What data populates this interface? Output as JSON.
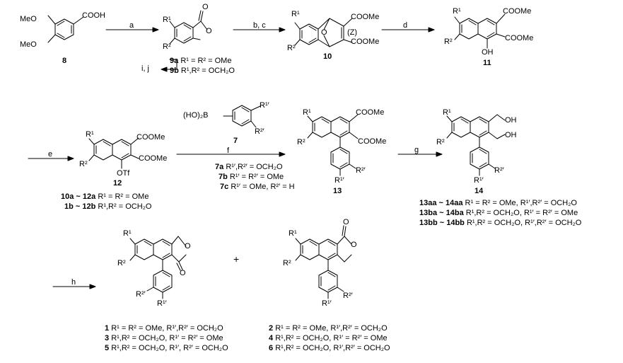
{
  "steps": {
    "a": "a",
    "bc": "b, c",
    "d": "d",
    "e": "e",
    "f": "f",
    "g": "g",
    "h": "h",
    "ij": "i, j"
  },
  "compounds": {
    "c8": "8",
    "c9a": "9a",
    "c9b": "9b",
    "c10": "10",
    "c11": "11",
    "c12": "12",
    "c7": "7",
    "c13": "13",
    "c14": "14"
  },
  "labels": {
    "cooh": "COOH",
    "meo": "MeO",
    "coome": "COOMe",
    "oh": "OH",
    "otf": "OTf",
    "o": "O",
    "z": "(Z)",
    "boron": "(HO)₂B",
    "r1": "R¹",
    "r2": "R²",
    "r1p": "R¹′",
    "r2p": "R²′",
    "oh_chain": "OH"
  },
  "captions": {
    "c9a": "R¹ = R² = OMe",
    "c9b": "R¹,R² = OCH₂O",
    "c7a": "R¹′,R²′ = OCH₂O",
    "c7b": "R¹′ = R²′ = OMe",
    "c7c": "R¹′ = OMe, R²′ = H",
    "cap12a_n": "10a ~ 12a",
    "cap12a": "R¹ = R² = OMe",
    "cap12b_n": "1b ~ 12b",
    "cap12b": "R¹,R² = OCH₂O",
    "cap14aa_n": "13aa ~ 14aa",
    "cap14aa": "R¹ = R² = OMe, R¹′,R²′ = OCH₂O",
    "cap14ba_n": "13ba ~ 14ba",
    "cap14ba": "R¹,R² = OCH₂O, R¹′ = R²′ = OMe",
    "cap14bb_n": "13bb ~ 14bb",
    "cap14bb": "R¹,R² = OCH₂O, R¹′,R²′ = OCH₂O",
    "p1_n": "1",
    "p1": "R¹ = R² = OMe, R¹′,R²′ = OCH₂O",
    "p3_n": "3",
    "p3": "R¹,R² = OCH₂O, R¹′ = R²′ = OMe",
    "p5_n": "5",
    "p5": "R¹,R² = OCH₂O, R¹′, R²′ = OCH₂O",
    "p2_n": "2",
    "p2": "R¹ = R² = OMe, R¹′,R²′ = OCH₂O",
    "p4_n": "4",
    "p4": "R¹,R² = OCH₂O, R¹′ = R²′ = OMe",
    "p6_n": "6",
    "p6": "R¹,R² = OCH₂O, R¹′,R²′ = OCH₂O"
  },
  "plus": "+"
}
